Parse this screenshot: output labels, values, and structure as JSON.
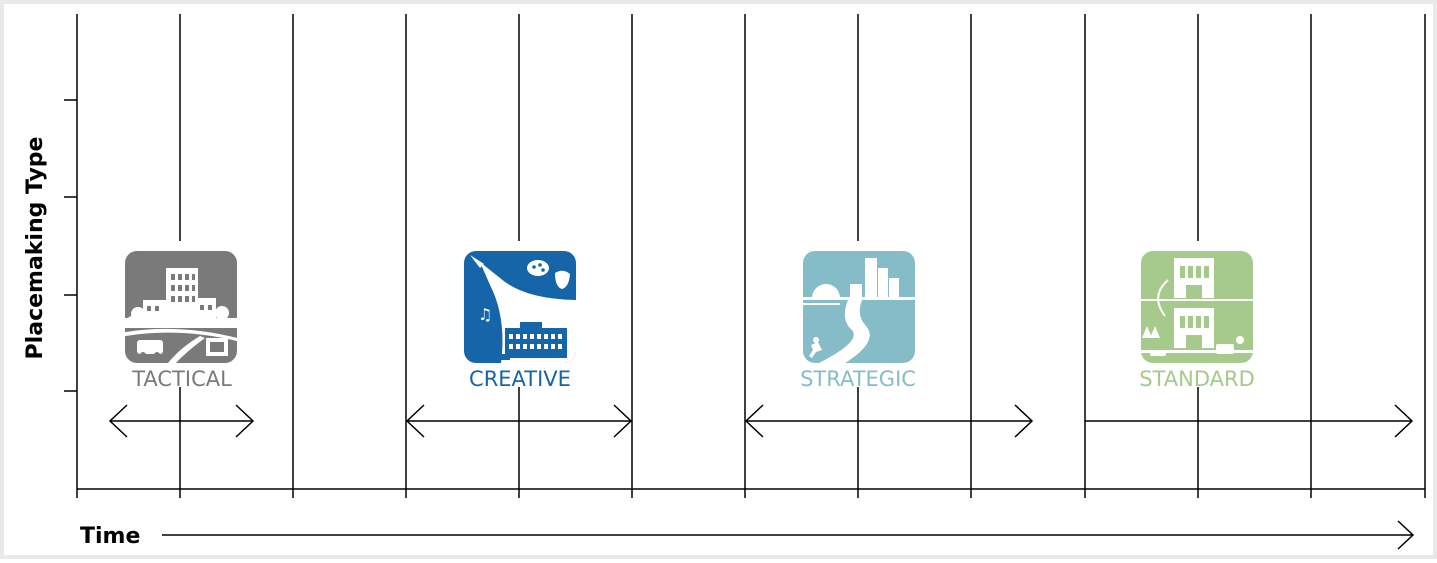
{
  "y_axis": {
    "label": "Placemaking Type"
  },
  "x_axis": {
    "label": "Time"
  },
  "colors": {
    "frame": "#e9e9e9",
    "line": "#000000",
    "tactical": "#7a7a7a",
    "creative": "#1565a8",
    "strategic": "#86bcc8",
    "standard": "#a6c98c"
  },
  "types": [
    {
      "label": "TACTICAL",
      "icon": "city-block-icon",
      "color_key": "tactical"
    },
    {
      "label": "CREATIVE",
      "icon": "paintbrush-arts-icon",
      "color_key": "creative"
    },
    {
      "label": "STRATEGIC",
      "icon": "skyline-path-icon",
      "color_key": "strategic"
    },
    {
      "label": "STANDARD",
      "icon": "building-transform-icon",
      "color_key": "standard"
    }
  ]
}
